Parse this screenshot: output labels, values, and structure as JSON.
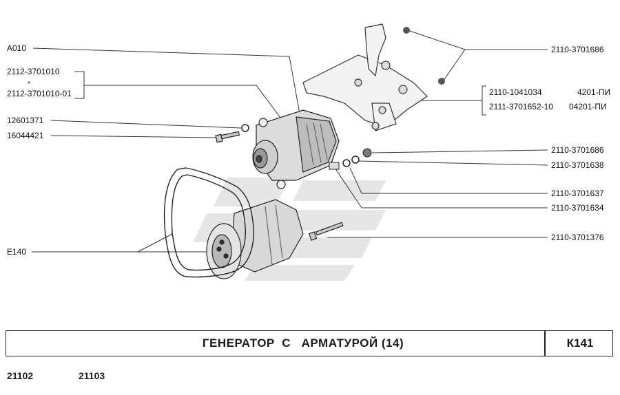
{
  "callouts": {
    "left": {
      "a010": "A010",
      "part_2112_3701010": "2112-3701010",
      "part_2112_3701010_01": "2112-3701010-01",
      "part_12601371": "12601371",
      "part_16044421": "16044421",
      "e140": "E140"
    },
    "right": {
      "part_2110_3701686_top": "2110-3701686",
      "part_2110_1041034": "2110-1041034",
      "variant_4201": "4201-ПИ",
      "part_2111_3701652_10": "2111-3701652-10",
      "variant_04201": "04201-ПИ",
      "part_2110_3701686_mid": "2110-3701686",
      "part_2110_3701638": "2110-3701638",
      "part_2110_3701637": "2110-3701637",
      "part_2110_3701634": "2110-3701634",
      "part_2110_3701376": "2110-3701376"
    }
  },
  "title_block": {
    "title": "ГЕНЕРАТОР  С   АРМАТУРОЙ (14)",
    "page_code": "К141"
  },
  "models": {
    "model_1": "21102",
    "model_2": "21103"
  }
}
